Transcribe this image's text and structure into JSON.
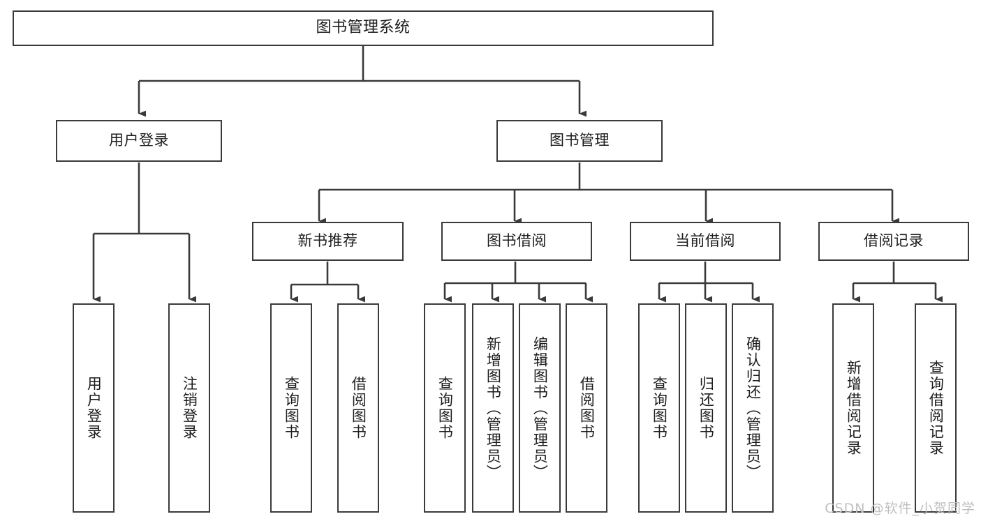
{
  "diagram": {
    "title": "图书管理系统",
    "type": "tree-hierarchy",
    "watermark": "CSDN @软件_小贺同学",
    "colors": {
      "stroke": "#3a3a3a",
      "fill": "#ffffff",
      "text": "#1c1c1c",
      "watermark": "#bfbfbf",
      "background": "#ffffff"
    },
    "nodes": {
      "root": {
        "label": "图书管理系统",
        "orientation": "horizontal",
        "level": 0
      },
      "level1": [
        {
          "id": "user-login",
          "label": "用户登录",
          "orientation": "horizontal"
        },
        {
          "id": "book-manage",
          "label": "图书管理",
          "orientation": "horizontal"
        }
      ],
      "level2": [
        {
          "id": "new-book-recommend",
          "label": "新书推荐",
          "orientation": "horizontal",
          "parent": "book-manage"
        },
        {
          "id": "book-borrow",
          "label": "图书借阅",
          "orientation": "horizontal",
          "parent": "book-manage"
        },
        {
          "id": "current-borrow",
          "label": "当前借阅",
          "orientation": "horizontal",
          "parent": "book-manage"
        },
        {
          "id": "borrow-record",
          "label": "借阅记录",
          "orientation": "horizontal",
          "parent": "book-manage"
        }
      ],
      "leaves": [
        {
          "id": "leaf-user-login",
          "label": "用户登录",
          "parent": "user-login",
          "orientation": "vertical"
        },
        {
          "id": "leaf-logout-login",
          "label": "注销登录",
          "parent": "user-login",
          "orientation": "vertical"
        },
        {
          "id": "leaf-query-book-rec",
          "label": "查询图书",
          "parent": "new-book-recommend",
          "orientation": "vertical"
        },
        {
          "id": "leaf-borrow-book-rec",
          "label": "借阅图书",
          "parent": "new-book-recommend",
          "orientation": "vertical"
        },
        {
          "id": "leaf-query-book-borrow",
          "label": "查询图书",
          "parent": "book-borrow",
          "orientation": "vertical"
        },
        {
          "id": "leaf-add-book-admin",
          "label": "新增图书（管理员）",
          "parent": "book-borrow",
          "orientation": "vertical"
        },
        {
          "id": "leaf-edit-book-admin",
          "label": "编辑图书（管理员）",
          "parent": "book-borrow",
          "orientation": "vertical"
        },
        {
          "id": "leaf-borrow-book",
          "label": "借阅图书",
          "parent": "book-borrow",
          "orientation": "vertical"
        },
        {
          "id": "leaf-query-book-current",
          "label": "查询图书",
          "parent": "current-borrow",
          "orientation": "vertical"
        },
        {
          "id": "leaf-return-book",
          "label": "归还图书",
          "parent": "current-borrow",
          "orientation": "vertical"
        },
        {
          "id": "leaf-confirm-return-admin",
          "label": "确认归还（管理员）",
          "parent": "current-borrow",
          "orientation": "vertical"
        },
        {
          "id": "leaf-add-borrow-record",
          "label": "新增借阅记录",
          "parent": "borrow-record",
          "orientation": "vertical"
        },
        {
          "id": "leaf-query-borrow-record",
          "label": "查询借阅记录",
          "parent": "borrow-record",
          "orientation": "vertical"
        }
      ]
    }
  }
}
